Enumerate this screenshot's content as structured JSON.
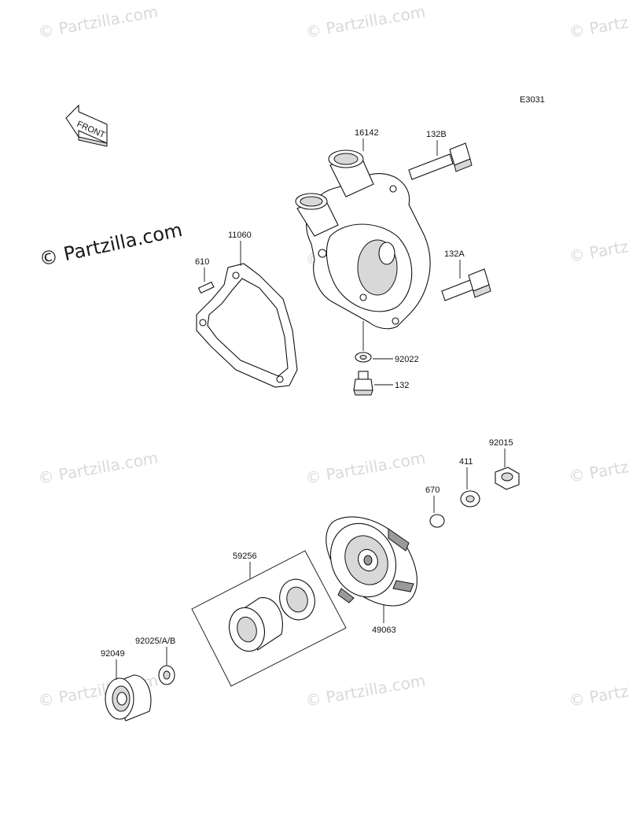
{
  "diagram_code": "E3031",
  "front_arrow_text": "FRONT",
  "watermark_text": "© Partzilla.com",
  "parts": [
    {
      "id": "16142"
    },
    {
      "id": "132B"
    },
    {
      "id": "11060"
    },
    {
      "id": "610"
    },
    {
      "id": "132A"
    },
    {
      "id": "92022"
    },
    {
      "id": "132"
    },
    {
      "id": "92015"
    },
    {
      "id": "411"
    },
    {
      "id": "670"
    },
    {
      "id": "49063"
    },
    {
      "id": "59256"
    },
    {
      "id": "92025/A/B"
    },
    {
      "id": "92049"
    }
  ]
}
